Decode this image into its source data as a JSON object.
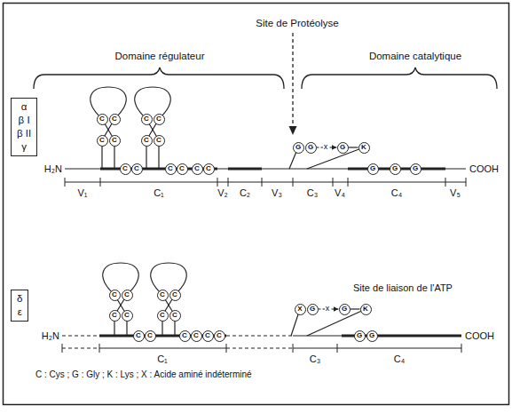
{
  "diagram": {
    "nodes": [
      {
        "text": [
          "α",
          "β I",
          "β II",
          "γ"
        ]
      },
      {
        "text": [
          "C"
        ]
      },
      {
        "text": [
          "C"
        ]
      },
      {
        "text": [
          "C"
        ]
      },
      {
        "text": [
          "C"
        ]
      },
      {
        "text": [
          "C"
        ]
      },
      {
        "text": [
          "C"
        ]
      },
      {
        "text": [
          "C"
        ]
      },
      {
        "text": [
          "C"
        ]
      },
      {
        "text": [
          "C"
        ]
      },
      {
        "text": [
          "C"
        ]
      },
      {
        "text": [
          "C"
        ]
      },
      {
        "text": [
          "C"
        ]
      },
      {
        "text": [
          "C"
        ]
      },
      {
        "text": [
          "C"
        ]
      },
      {
        "text": [
          "G"
        ]
      },
      {
        "text": [
          "G"
        ]
      },
      {
        "text": [
          "G"
        ]
      },
      {
        "text": [
          "K"
        ]
      },
      {
        "text": [
          "G"
        ]
      },
      {
        "text": [
          "G"
        ]
      },
      {
        "text": [
          "G"
        ]
      },
      {
        "text": [
          "δ",
          "ε"
        ]
      },
      {
        "text": [
          "C"
        ]
      },
      {
        "text": [
          "C"
        ]
      },
      {
        "text": [
          "C"
        ]
      },
      {
        "text": [
          "C"
        ]
      },
      {
        "text": [
          "C"
        ]
      },
      {
        "text": [
          "C"
        ]
      },
      {
        "text": [
          "C"
        ]
      },
      {
        "text": [
          "C"
        ]
      },
      {
        "text": [
          "C"
        ]
      },
      {
        "text": [
          "C"
        ]
      },
      {
        "text": [
          "C"
        ]
      },
      {
        "text": [
          "C"
        ]
      },
      {
        "text": [
          "C"
        ]
      },
      {
        "text": [
          "C"
        ]
      },
      {
        "text": [
          "X"
        ]
      },
      {
        "text": [
          "G"
        ]
      },
      {
        "text": [
          "G"
        ]
      },
      {
        "text": [
          "K"
        ]
      },
      {
        "text": [
          "G"
        ]
      },
      {
        "text": [
          "G"
        ]
      }
    ],
    "edges": [
      {
        "from": 16,
        "to": 17,
        "arrow": "to",
        "label": "x"
      },
      {
        "from": 17,
        "to": 18,
        "arrow": "none"
      },
      {
        "from": 38,
        "to": 39,
        "arrow": "to",
        "label": "x"
      },
      {
        "from": 39,
        "to": 40,
        "arrow": "none"
      }
    ],
    "labels": [
      "Site de Protéolyse",
      "Domaine régulateur",
      "Domaine catalytique",
      "H₂N",
      "COOH",
      "V₁",
      "C₁",
      "V₂",
      "C₂",
      "V₃",
      "C₃",
      "V₄",
      "C₄",
      "V₅",
      "H₂N",
      "COOH",
      "C₁",
      "C₃",
      "C₄",
      "Site de liaison de l'ATP",
      "C : Cys ; G : Gly ; K : Lys ; X : Acide aminé indéterminé"
    ]
  }
}
